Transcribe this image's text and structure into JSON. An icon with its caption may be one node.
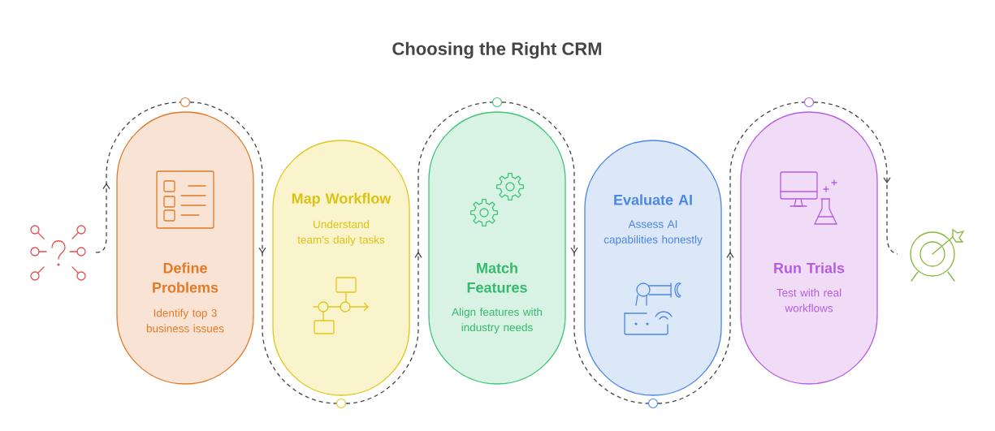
{
  "diagram": {
    "title": "Choosing the Right CRM",
    "nodes": [
      {
        "text": [],
        "shape": "picture"
      },
      {
        "text": [
          "Define Problems",
          "Identify top 3 business issues"
        ]
      },
      {
        "text": [],
        "shape": "circle"
      },
      {
        "text": [
          "Map Workflow",
          "Understand team's daily tasks"
        ]
      },
      {
        "text": [],
        "shape": "circle"
      },
      {
        "text": [
          "Match Features",
          "Align features with industry needs"
        ]
      },
      {
        "text": [],
        "shape": "circle"
      },
      {
        "text": [
          "Evaluate AI",
          "Assess AI capabilities honestly"
        ]
      },
      {
        "text": [],
        "shape": "circle"
      },
      {
        "text": [
          "Run Trials",
          "Test with real workflows"
        ]
      },
      {
        "text": [],
        "shape": "circle"
      },
      {
        "text": [],
        "shape": "picture"
      }
    ],
    "edges": [
      {
        "from": 0,
        "to": 2,
        "arrow": "to",
        "style": "dashed"
      },
      {
        "from": 2,
        "to": 4,
        "arrow": "to",
        "style": "dashed"
      },
      {
        "from": 4,
        "to": 6,
        "arrow": "to",
        "style": "dashed"
      },
      {
        "from": 6,
        "to": 8,
        "arrow": "to",
        "style": "dashed"
      },
      {
        "from": 8,
        "to": 10,
        "arrow": "to",
        "style": "dashed"
      },
      {
        "from": 10,
        "to": 11,
        "arrow": "to",
        "style": "dashed"
      }
    ]
  }
}
